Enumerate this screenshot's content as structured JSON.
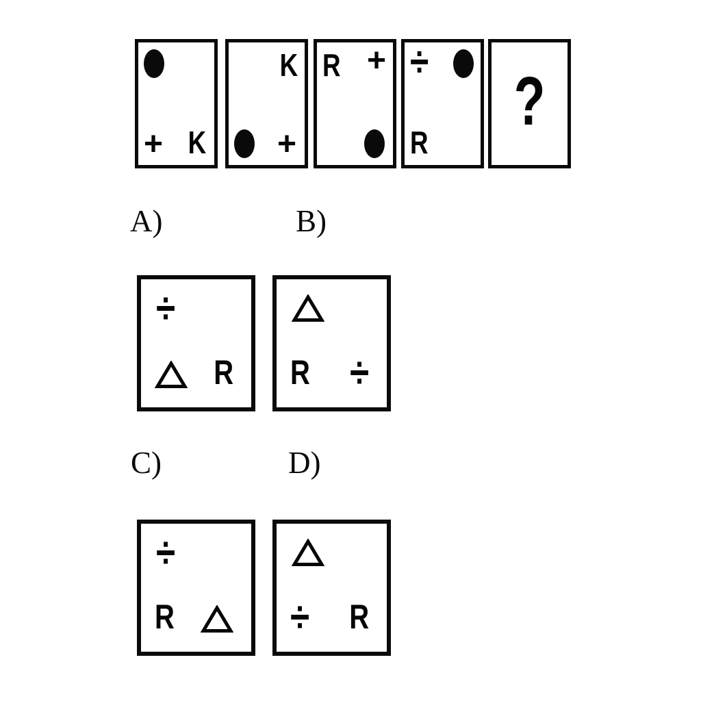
{
  "colors": {
    "ink": "#060606",
    "card_border": "#0a0a0a",
    "background": "#ffffff"
  },
  "question_row": {
    "cards": [
      {
        "name": "sequence-card-1",
        "symbols": [
          {
            "type": "oval",
            "position": "top-left"
          },
          {
            "type": "plus",
            "glyph": "+",
            "position": "bottom-left"
          },
          {
            "type": "letter",
            "glyph": "K",
            "position": "bottom-right"
          }
        ]
      },
      {
        "name": "sequence-card-2",
        "symbols": [
          {
            "type": "letter",
            "glyph": "K",
            "position": "top-right"
          },
          {
            "type": "oval",
            "position": "bottom-left"
          },
          {
            "type": "plus",
            "glyph": "+",
            "position": "bottom-right"
          }
        ]
      },
      {
        "name": "sequence-card-3",
        "symbols": [
          {
            "type": "letter",
            "glyph": "R",
            "position": "top-left"
          },
          {
            "type": "plus",
            "glyph": "+",
            "position": "top-right"
          },
          {
            "type": "oval",
            "position": "bottom-right"
          }
        ]
      },
      {
        "name": "sequence-card-4",
        "symbols": [
          {
            "type": "divide",
            "glyph": "÷",
            "position": "top-left"
          },
          {
            "type": "oval",
            "position": "top-right"
          },
          {
            "type": "letter",
            "glyph": "R",
            "position": "bottom-left"
          }
        ]
      },
      {
        "name": "sequence-card-5",
        "symbols": [
          {
            "type": "question",
            "glyph": "?",
            "position": "center"
          }
        ]
      }
    ]
  },
  "options": [
    {
      "label": "A)",
      "card": {
        "name": "option-card-A",
        "symbols": [
          {
            "type": "divide",
            "glyph": "÷",
            "position": "top-left"
          },
          {
            "type": "triangle",
            "position": "bottom-left"
          },
          {
            "type": "letter",
            "glyph": "R",
            "position": "bottom-right"
          }
        ]
      }
    },
    {
      "label": "B)",
      "card": {
        "name": "option-card-B",
        "symbols": [
          {
            "type": "triangle",
            "position": "top-left"
          },
          {
            "type": "letter",
            "glyph": "R",
            "position": "bottom-left"
          },
          {
            "type": "divide",
            "glyph": "÷",
            "position": "bottom-right"
          }
        ]
      }
    },
    {
      "label": "C)",
      "card": {
        "name": "option-card-C",
        "symbols": [
          {
            "type": "divide",
            "glyph": "÷",
            "position": "top-left"
          },
          {
            "type": "letter",
            "glyph": "R",
            "position": "bottom-left"
          },
          {
            "type": "triangle",
            "position": "bottom-right"
          }
        ]
      }
    },
    {
      "label": "D)",
      "card": {
        "name": "option-card-D",
        "symbols": [
          {
            "type": "triangle",
            "position": "top-left"
          },
          {
            "type": "divide",
            "glyph": "÷",
            "position": "bottom-left"
          },
          {
            "type": "letter",
            "glyph": "R",
            "position": "bottom-right"
          }
        ]
      }
    }
  ]
}
